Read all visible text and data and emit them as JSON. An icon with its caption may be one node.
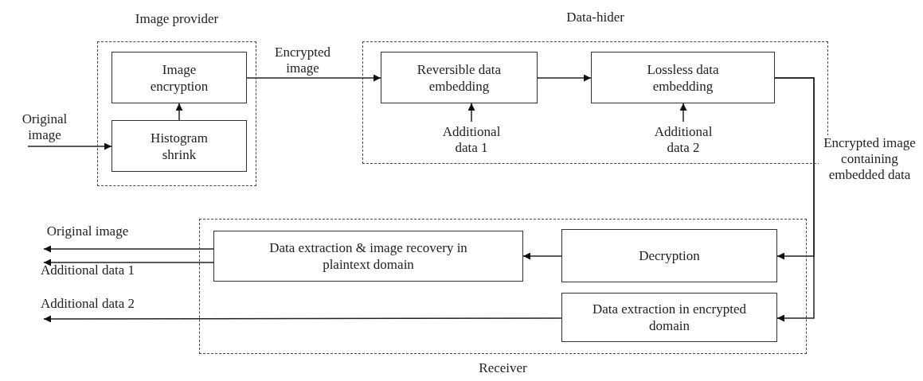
{
  "diagram": {
    "nodes": [
      {
        "text": [
          "Image provider"
        ]
      },
      {
        "text": [
          "Image encryption"
        ],
        "in": 0
      },
      {
        "text": [
          "Histogram shrink"
        ],
        "in": 0
      },
      {
        "text": [
          "Original image"
        ]
      },
      {
        "text": [
          "Data-hider"
        ]
      },
      {
        "text": [
          "Reversible data embedding"
        ],
        "in": 4
      },
      {
        "text": [
          "Lossless data embedding"
        ],
        "in": 4
      },
      {
        "text": [
          "Additional data 1"
        ],
        "in": 4
      },
      {
        "text": [
          "Additional data 2"
        ],
        "in": 4
      },
      {
        "text": [
          "Receiver"
        ]
      },
      {
        "text": [
          "Data extraction & image recovery in plaintext domain"
        ],
        "in": 9
      },
      {
        "text": [
          "Decryption"
        ],
        "in": 9
      },
      {
        "text": [
          "Data extraction in encrypted domain"
        ],
        "in": 9
      },
      {
        "text": [
          "Original image"
        ]
      },
      {
        "text": [
          "Additional data 1"
        ]
      },
      {
        "text": [
          "Additional data 2"
        ]
      }
    ],
    "edges": [
      {
        "from": 3,
        "to": 2,
        "arrow": "to"
      },
      {
        "from": 2,
        "to": 1,
        "arrow": "to"
      },
      {
        "from": 1,
        "to": 5,
        "arrow": "to",
        "label": "Encrypted image"
      },
      {
        "from": 5,
        "to": 6,
        "arrow": "to"
      },
      {
        "from": 7,
        "to": 5,
        "arrow": "to"
      },
      {
        "from": 8,
        "to": 6,
        "arrow": "to"
      },
      {
        "from": 6,
        "to": 11,
        "arrow": "to",
        "label": "Encrypted image containing embedded data"
      },
      {
        "from": 6,
        "to": 12,
        "arrow": "to"
      },
      {
        "from": 11,
        "to": 10,
        "arrow": "to"
      },
      {
        "from": 10,
        "to": 13,
        "arrow": "to"
      },
      {
        "from": 10,
        "to": 14,
        "arrow": "to"
      },
      {
        "from": 12,
        "to": 15,
        "arrow": "to"
      }
    ]
  }
}
